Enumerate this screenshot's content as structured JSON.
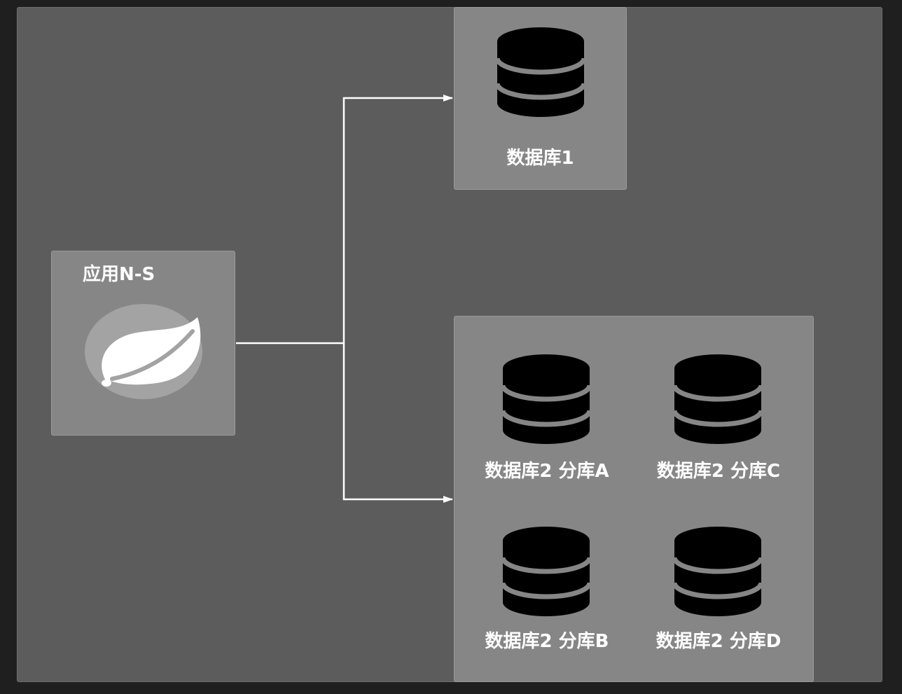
{
  "app": {
    "label": "应用N-S",
    "icon": "spring-leaf-icon"
  },
  "database1": {
    "label": "数据库1",
    "icon": "database-icon"
  },
  "database2": {
    "shards": [
      {
        "label": "数据库2 分库A",
        "icon": "database-icon"
      },
      {
        "label": "数据库2 分库C",
        "icon": "database-icon"
      },
      {
        "label": "数据库2 分库B",
        "icon": "database-icon"
      },
      {
        "label": "数据库2 分库D",
        "icon": "database-icon"
      }
    ]
  },
  "colors": {
    "background": "#1f1f1f",
    "canvas": "#5c5c5c",
    "node_fill": "#868686",
    "connector": "#ffffff",
    "database_icon": "#000000",
    "text": "#ffffff"
  }
}
